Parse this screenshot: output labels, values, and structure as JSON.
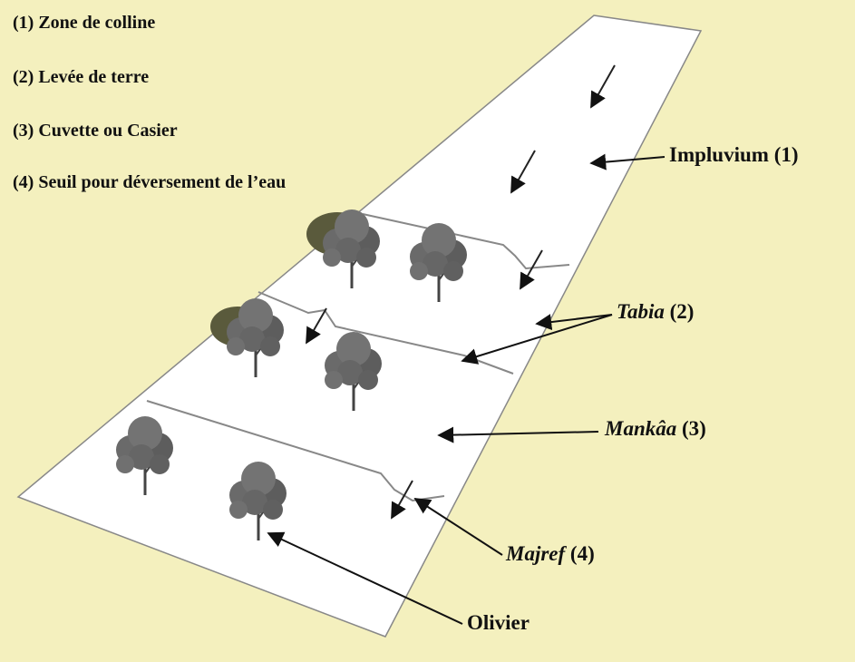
{
  "legend": {
    "items": [
      "(1) Zone de colline",
      "(2) Levée de terre",
      "(3) Cuvette ou Casier",
      "(4) Seuil pour déversement de l’eau"
    ]
  },
  "labels": {
    "impluvium": {
      "name": "Impluvium",
      "num": " (1)"
    },
    "tabia": {
      "name": "Tabia",
      "num": " (2)"
    },
    "mankaa": {
      "name": "Mankâa",
      "num": " (3)"
    },
    "majref": {
      "name": "Majref",
      "num": " (4)"
    },
    "olivier": {
      "name": "Olivier"
    }
  },
  "colors": {
    "background": "#f4f0be",
    "strip": "#ffffff",
    "tree": "#555555"
  }
}
